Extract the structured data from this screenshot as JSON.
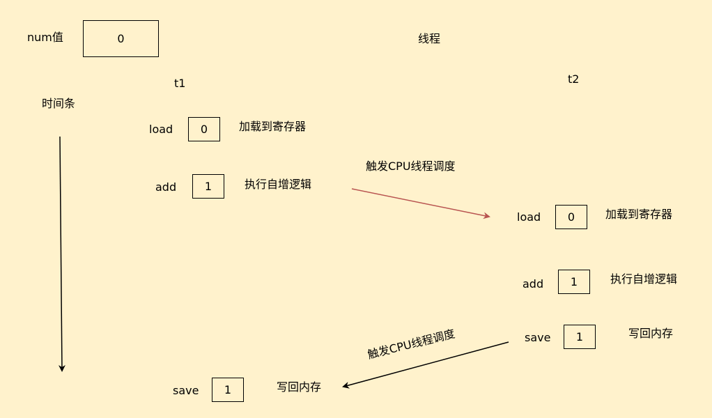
{
  "header": {
    "num_label": "num值",
    "num_value": "0",
    "thread_title": "线程",
    "timeline_label": "时间条"
  },
  "t1": {
    "name": "t1",
    "steps": [
      {
        "op": "load",
        "value": "0",
        "desc": "加载到寄存器"
      },
      {
        "op": "add",
        "value": "1",
        "desc": "执行自增逻辑"
      },
      {
        "op": "save",
        "value": "1",
        "desc": "写回内存"
      }
    ]
  },
  "t2": {
    "name": "t2",
    "steps": [
      {
        "op": "load",
        "value": "0",
        "desc": "加载到寄存器"
      },
      {
        "op": "add",
        "value": "1",
        "desc": "执行自增逻辑"
      },
      {
        "op": "save",
        "value": "1",
        "desc": "写回内存"
      }
    ]
  },
  "switches": {
    "to_t2": "触发CPU线程调度",
    "to_t1": "触发CPU线程调度"
  },
  "colors": {
    "background": "#fff2cc",
    "switch_arrow_to_t2": "#b85450",
    "switch_arrow_to_t1": "#000000"
  }
}
